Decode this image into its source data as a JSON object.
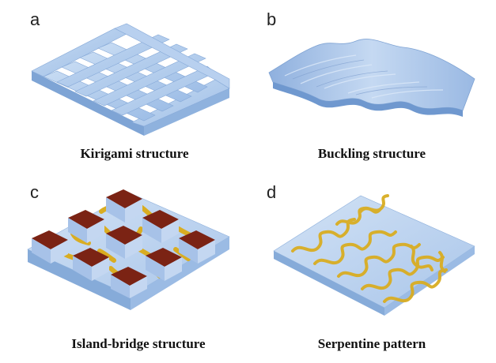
{
  "panels": [
    {
      "label": "a",
      "caption": "Kirigami structure"
    },
    {
      "label": "b",
      "caption": "Buckling structure"
    },
    {
      "label": "c",
      "caption": "Island-bridge structure"
    },
    {
      "label": "d",
      "caption": "Serpentine pattern"
    }
  ],
  "colors": {
    "substrate_top": "#b9d3ee",
    "substrate_side": "#7fa6d6",
    "island_top": "#7b2314",
    "island_side": "#a9c4e8",
    "bridge": "#e0b52a",
    "serpentine": "#e2b52a"
  }
}
